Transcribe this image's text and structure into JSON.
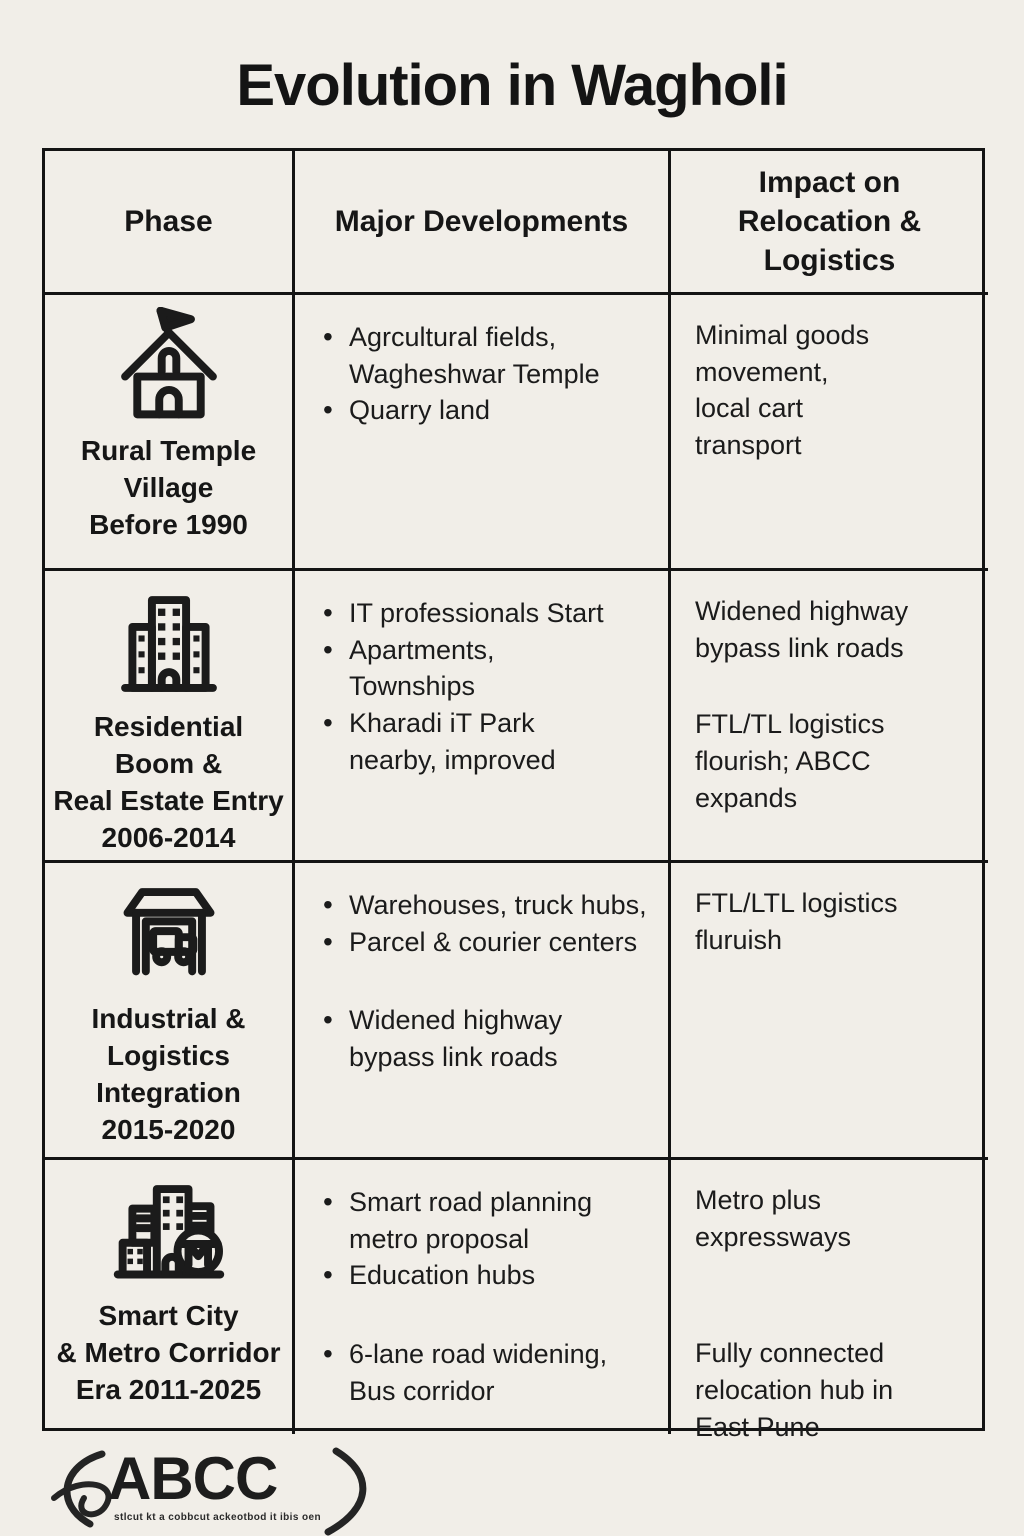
{
  "title": "Evolution in Wagholi",
  "colors": {
    "background": "#f1eee8",
    "ink": "#1b1b1b",
    "border": "#141414"
  },
  "table": {
    "headers": {
      "phase": "Phase",
      "developments": "Major Developments",
      "impact": "Impact on\nRelocation &\nLogistics"
    },
    "rows": [
      {
        "icon": "temple-house-icon",
        "phase": "Rural Temple\nVillage\nBefore 1990",
        "developments": [
          "Agrcultural fields,\nWagheshwar Temple",
          "Quarry land"
        ],
        "impact": [
          "Minimal goods\nmovement,\nlocal cart\ntransport"
        ]
      },
      {
        "icon": "apartment-buildings-icon",
        "phase": "Residential\nBoom &\nReal Estate Entry\n2006-2014",
        "developments": [
          "IT professionals Start",
          "Apartments,\nTownships",
          "Kharadi iT Park\nnearby, improved"
        ],
        "impact": [
          "Widened highway\nbypass link roads",
          "",
          "FTL/TL logistics\nflourish; ABCC\nexpands"
        ]
      },
      {
        "icon": "warehouse-truck-icon",
        "phase": "Industrial &\nLogistics\nIntegration\n2015-2020",
        "developments": [
          "Warehouses, truck hubs,",
          "Parcel & courier centers",
          "",
          "Widened highway\nbypass link roads"
        ],
        "impact": [
          "FTL/LTL logistics\nfluruish"
        ]
      },
      {
        "icon": "smart-city-metro-icon",
        "phase": "Smart City\n& Metro Corridor\nEra 2011-2025",
        "developments": [
          "Smart road planning\nmetro proposal",
          "Education hubs",
          "",
          "6-lane road widening,\nBus corridor"
        ],
        "impact": [
          "Metro plus\nexpressways",
          "",
          "",
          "Fully connected\nrelocation hub in\nEast Pune"
        ]
      }
    ]
  },
  "footer": {
    "logo_text": "ABCC",
    "tagline": "stlcut kt a cobbcut ackeotbod it ibis oen"
  }
}
